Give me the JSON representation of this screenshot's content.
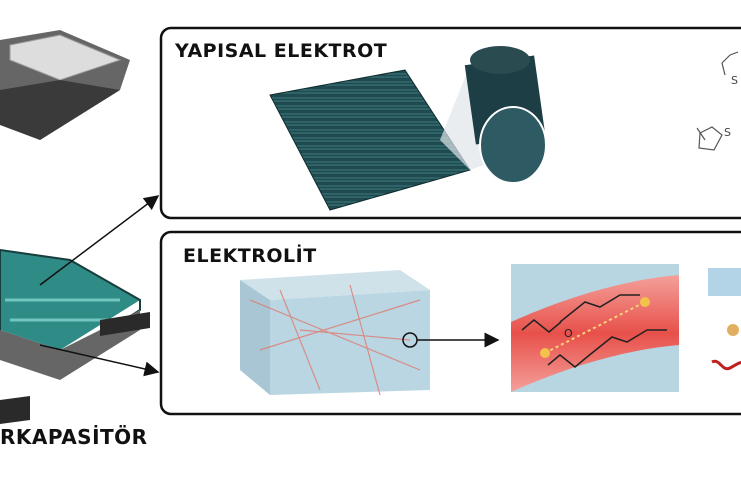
{
  "panels": {
    "structural_electrode": {
      "title": "YAPISAL ELEKTROT",
      "sulfur_label_1": "S",
      "sulfur_label_2": "S"
    },
    "electrolyte": {
      "title": "ELEKTROLİT",
      "oxygen_label": "O"
    }
  },
  "device_label": "RKAPASİTÖR",
  "colors": {
    "fabric": "#1f4a4f",
    "electrolyte_band": "#e8504a",
    "electrolyte_bg": "#a9cfdc",
    "ion": "#f3c24a"
  }
}
